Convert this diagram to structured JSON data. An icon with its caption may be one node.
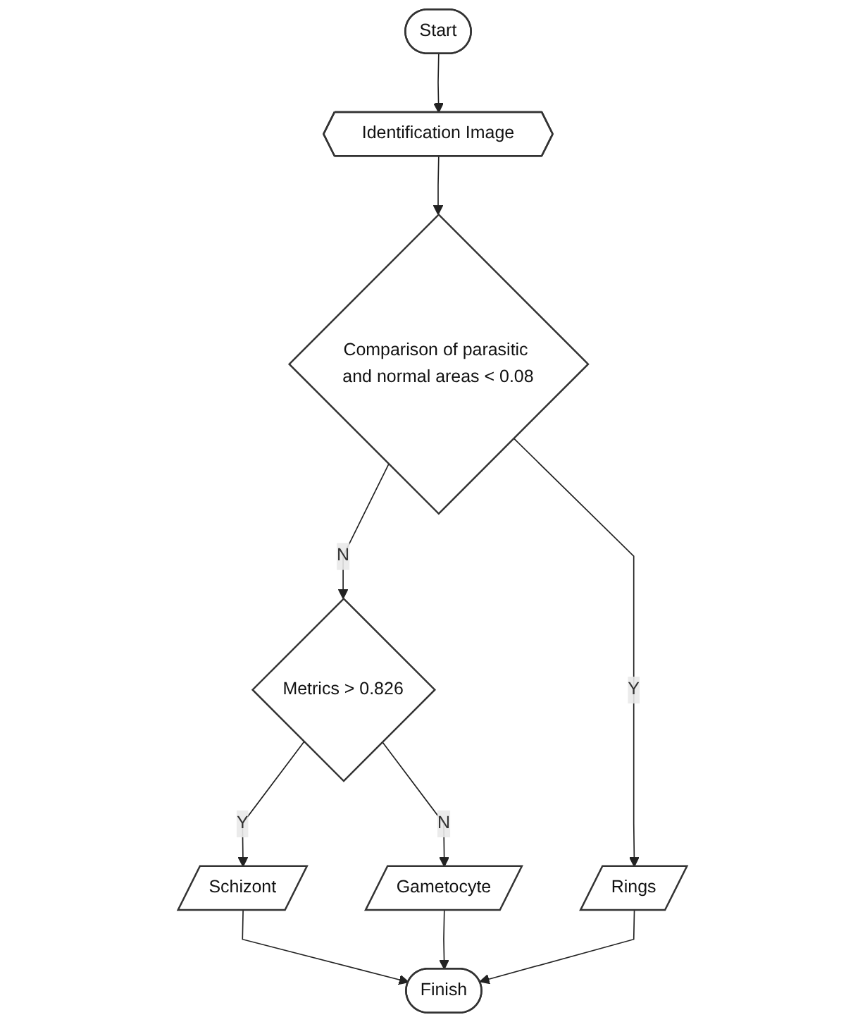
{
  "diagram": {
    "nodes": [
      {
        "text": [
          "Start"
        ]
      },
      {
        "text": [
          "Identification Image"
        ]
      },
      {
        "text": [
          "Comparison of parasitic and normal areas < 0.08"
        ]
      },
      {
        "text": [
          "Rings"
        ]
      },
      {
        "text": [
          "Metrics > 0.826"
        ]
      },
      {
        "text": [
          "Gametocyte"
        ]
      },
      {
        "text": [
          "Schizont"
        ]
      },
      {
        "text": [
          "Finish"
        ]
      }
    ],
    "edges": [
      {
        "from": 0,
        "to": 1,
        "arrow": "to"
      },
      {
        "from": 1,
        "to": 2,
        "arrow": "to"
      },
      {
        "from": 2,
        "to": 3,
        "label": "Y",
        "arrow": "to"
      },
      {
        "from": 2,
        "to": 4,
        "label": "N",
        "arrow": "to"
      },
      {
        "from": 4,
        "to": 5,
        "label": "N",
        "arrow": "to"
      },
      {
        "from": 4,
        "to": 6,
        "label": "Y",
        "arrow": "to"
      },
      {
        "from": 6,
        "to": 7,
        "arrow": "to"
      },
      {
        "from": 5,
        "to": 7,
        "arrow": "to"
      },
      {
        "from": 3,
        "to": 7,
        "arrow": "to"
      }
    ]
  }
}
